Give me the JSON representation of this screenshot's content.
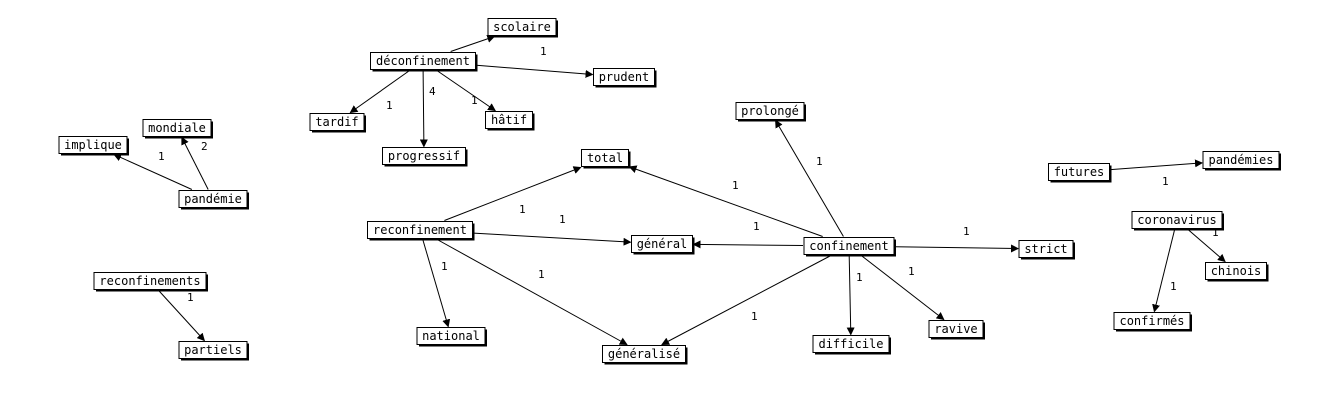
{
  "graph": {
    "nodes": [
      {
        "id": "deconfinement",
        "label": "déconfinement"
      },
      {
        "id": "scolaire",
        "label": "scolaire"
      },
      {
        "id": "prudent",
        "label": "prudent"
      },
      {
        "id": "tardif",
        "label": "tardif"
      },
      {
        "id": "progressif",
        "label": "progressif"
      },
      {
        "id": "hatif",
        "label": "hâtif"
      },
      {
        "id": "mondiale",
        "label": "mondiale"
      },
      {
        "id": "implique",
        "label": "implique"
      },
      {
        "id": "pandemie",
        "label": "pandémie"
      },
      {
        "id": "reconfinements",
        "label": "reconfinements"
      },
      {
        "id": "partiels",
        "label": "partiels"
      },
      {
        "id": "reconfinement",
        "label": "reconfinement"
      },
      {
        "id": "total",
        "label": "total"
      },
      {
        "id": "general",
        "label": "général"
      },
      {
        "id": "generalise",
        "label": "généralisé"
      },
      {
        "id": "national",
        "label": "national"
      },
      {
        "id": "confinement",
        "label": "confinement"
      },
      {
        "id": "prolonge",
        "label": "prolongé"
      },
      {
        "id": "strict",
        "label": "strict"
      },
      {
        "id": "difficile",
        "label": "difficile"
      },
      {
        "id": "ravive",
        "label": "ravive"
      },
      {
        "id": "futures",
        "label": "futures"
      },
      {
        "id": "pandemies",
        "label": "pandémies"
      },
      {
        "id": "coronavirus",
        "label": "coronavirus"
      },
      {
        "id": "chinois",
        "label": "chinois"
      },
      {
        "id": "confirmes",
        "label": "confirmés"
      }
    ],
    "edges": [
      {
        "from": "deconfinement",
        "to": "scolaire",
        "weight": ""
      },
      {
        "from": "deconfinement",
        "to": "prudent",
        "weight": "1"
      },
      {
        "from": "deconfinement",
        "to": "tardif",
        "weight": "1"
      },
      {
        "from": "deconfinement",
        "to": "progressif",
        "weight": "4"
      },
      {
        "from": "deconfinement",
        "to": "hatif",
        "weight": "1"
      },
      {
        "from": "pandemie",
        "to": "mondiale",
        "weight": "2"
      },
      {
        "from": "pandemie",
        "to": "implique",
        "weight": "1"
      },
      {
        "from": "reconfinements",
        "to": "partiels",
        "weight": "1"
      },
      {
        "from": "reconfinement",
        "to": "total",
        "weight": "1"
      },
      {
        "from": "reconfinement",
        "to": "general",
        "weight": "1"
      },
      {
        "from": "reconfinement",
        "to": "generalise",
        "weight": "1"
      },
      {
        "from": "reconfinement",
        "to": "national",
        "weight": "1"
      },
      {
        "from": "confinement",
        "to": "total",
        "weight": "1"
      },
      {
        "from": "confinement",
        "to": "general",
        "weight": "1"
      },
      {
        "from": "confinement",
        "to": "generalise",
        "weight": "1"
      },
      {
        "from": "confinement",
        "to": "prolonge",
        "weight": "1"
      },
      {
        "from": "confinement",
        "to": "strict",
        "weight": "1"
      },
      {
        "from": "confinement",
        "to": "difficile",
        "weight": "1"
      },
      {
        "from": "confinement",
        "to": "ravive",
        "weight": "1"
      },
      {
        "from": "futures",
        "to": "pandemies",
        "weight": "1"
      },
      {
        "from": "coronavirus",
        "to": "chinois",
        "weight": "1"
      },
      {
        "from": "coronavirus",
        "to": "confirmes",
        "weight": "1"
      }
    ]
  }
}
